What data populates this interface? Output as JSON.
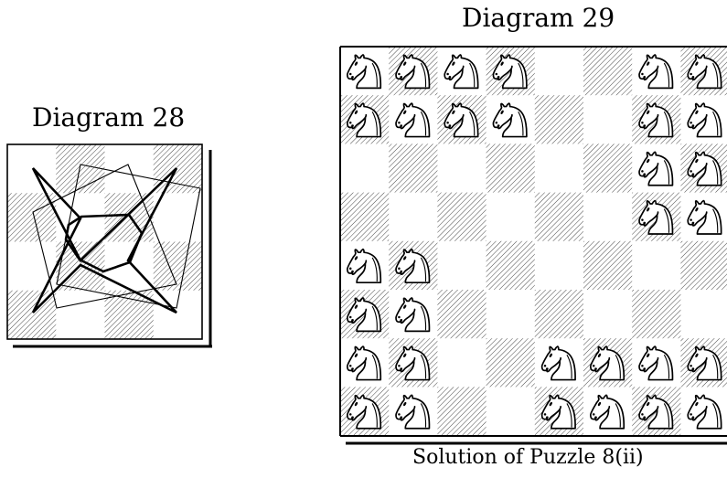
{
  "diagram28": {
    "title": "Diagram 28",
    "board_cols": 4,
    "board_rows": 4
  },
  "diagram29": {
    "title": "Diagram 29",
    "caption": "Solution of Puzzle 8(ii)",
    "board_size": 8,
    "piece": "white-knight",
    "knights": [
      [
        0,
        0
      ],
      [
        0,
        1
      ],
      [
        0,
        2
      ],
      [
        0,
        3
      ],
      [
        0,
        6
      ],
      [
        0,
        7
      ],
      [
        1,
        0
      ],
      [
        1,
        1
      ],
      [
        1,
        2
      ],
      [
        1,
        3
      ],
      [
        1,
        6
      ],
      [
        1,
        7
      ],
      [
        2,
        6
      ],
      [
        2,
        7
      ],
      [
        3,
        6
      ],
      [
        3,
        7
      ],
      [
        4,
        0
      ],
      [
        4,
        1
      ],
      [
        5,
        0
      ],
      [
        5,
        1
      ],
      [
        6,
        0
      ],
      [
        6,
        1
      ],
      [
        6,
        4
      ],
      [
        6,
        5
      ],
      [
        6,
        6
      ],
      [
        6,
        7
      ],
      [
        7,
        0
      ],
      [
        7,
        1
      ],
      [
        7,
        4
      ],
      [
        7,
        5
      ],
      [
        7,
        6
      ],
      [
        7,
        7
      ]
    ]
  }
}
